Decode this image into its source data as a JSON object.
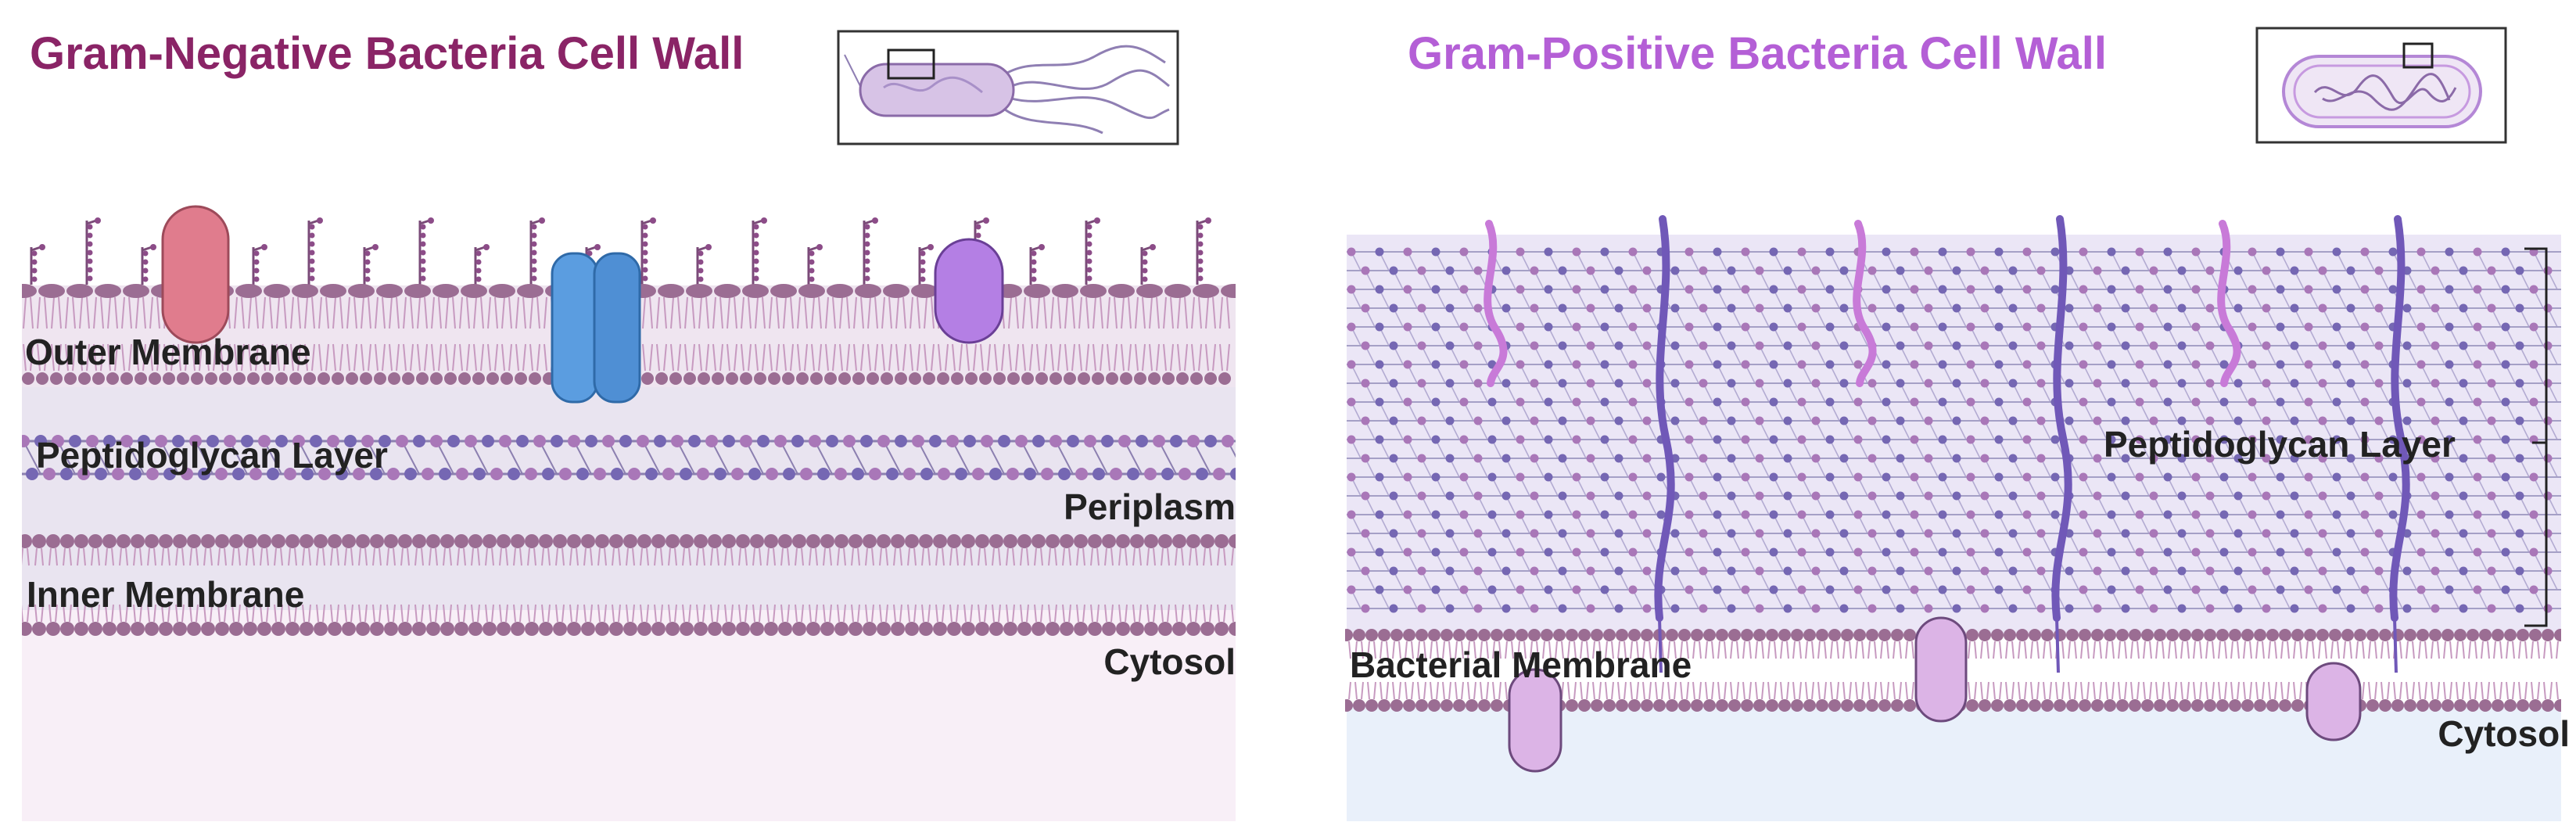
{
  "left_panel": {
    "title": "Gram-Negative Bacteria Cell Wall",
    "title_color": "#8a2466",
    "labels": {
      "outer_membrane": "Outer Membrane",
      "peptidoglycan": "Peptidoglycan Layer",
      "periplasm": "Periplasm",
      "inner_membrane": "Inner Membrane",
      "cytosol": "Cytosol"
    }
  },
  "right_panel": {
    "title": "Gram-Positive Bacteria Cell Wall",
    "title_color": "#b45fd6",
    "labels": {
      "peptidoglycan": "Peptidoglycan Layer",
      "bacterial_membrane": "Bacterial Membrane",
      "cytosol": "Cytosol"
    }
  },
  "colors": {
    "lipid_head": "#9b6d93",
    "lipid_tail": "#c79ac0",
    "pg_purple": "#a977b8",
    "pg_blue": "#7567b3",
    "porin_blue": "#5b9de0",
    "protein_pink": "#e07c8d",
    "protein_purple": "#b47fe4",
    "protein_light": "#dcb4e6",
    "teichoic": "#7058b8",
    "lipoteichoic": "#c87ad8"
  },
  "icons": [
    "rod-bacterium-flagella-icon",
    "rod-bacterium-icon"
  ]
}
